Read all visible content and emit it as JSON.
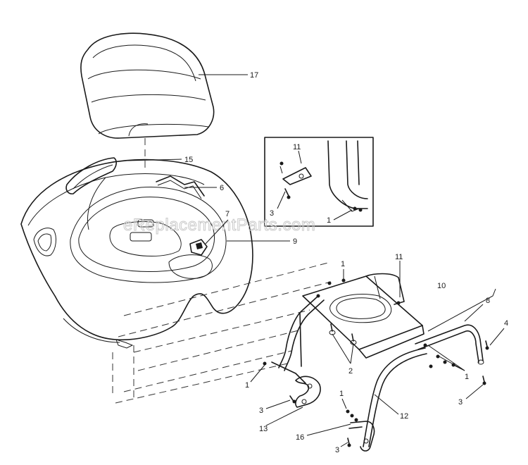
{
  "watermark": "eReplacementParts.com",
  "callouts": {
    "seat": "17",
    "seat_cap": "15",
    "rod_upper": "6",
    "latch": "7",
    "body_pan": "9",
    "inset_bracket": "11",
    "inset_screw": "3",
    "inset_bolt": "1",
    "plate_bolt_top": "1",
    "plate_bracket": "11",
    "seat_plate": "10",
    "frame_rod": "8",
    "pin": "4",
    "nuts": "2",
    "bolts_right": "1",
    "screw_right": "3",
    "bolt_left": "1",
    "screw_left": "3",
    "hinge_left": "13",
    "support_bar": "12",
    "bolt_bottom": "1",
    "hinge_bottom": "16",
    "screw_bottom": "3"
  }
}
